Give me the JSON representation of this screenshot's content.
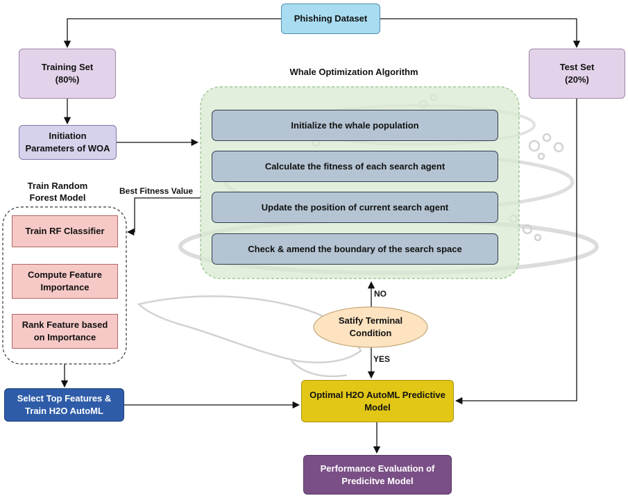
{
  "nodes": {
    "dataset": "Phishing Dataset",
    "training": [
      "Training Set",
      "(80%)"
    ],
    "test": [
      "Test Set",
      "(20%)"
    ],
    "init_params": [
      "Initiation",
      "Parameters of WOA"
    ],
    "woa_title": "Whale Optimization Algorithm",
    "woa_steps": [
      "Initialize the whale population",
      "Calculate the fitness of each search agent",
      "Update the position of current search agent",
      "Check & amend the boundary of the search space"
    ],
    "rf_title": [
      "Train Random",
      "Forest Model"
    ],
    "rf_steps": [
      [
        "Train RF Classifier"
      ],
      [
        "Compute Feature",
        "Importance"
      ],
      [
        "Rank Feature based",
        "on Importance"
      ]
    ],
    "select": [
      "Select Top Features &",
      "Train H2O AutoML"
    ],
    "terminal": [
      "Satify Terminal",
      "Condition"
    ],
    "optimal": [
      "Optimal H2O AutoML Predictive",
      "Model"
    ],
    "performance": [
      "Performance Evaluation of",
      "Predicitve Model"
    ]
  },
  "edge_labels": {
    "best_fitness": "Best Fitness Value",
    "no": "NO",
    "yes": "YES"
  },
  "colors": {
    "dataset_fill": "#a9dcf0",
    "split_fill": "#e3d3ea",
    "init_fill": "#d7d2ec",
    "woa_container": "#d8ead0",
    "woa_step": "#b4c4d2",
    "rf_step": "#f6c9c7",
    "select_fill": "#2e5ca8",
    "terminal_fill": "#fde3c0",
    "optimal_fill": "#e2c716",
    "performance_fill": "#7a4f86"
  }
}
